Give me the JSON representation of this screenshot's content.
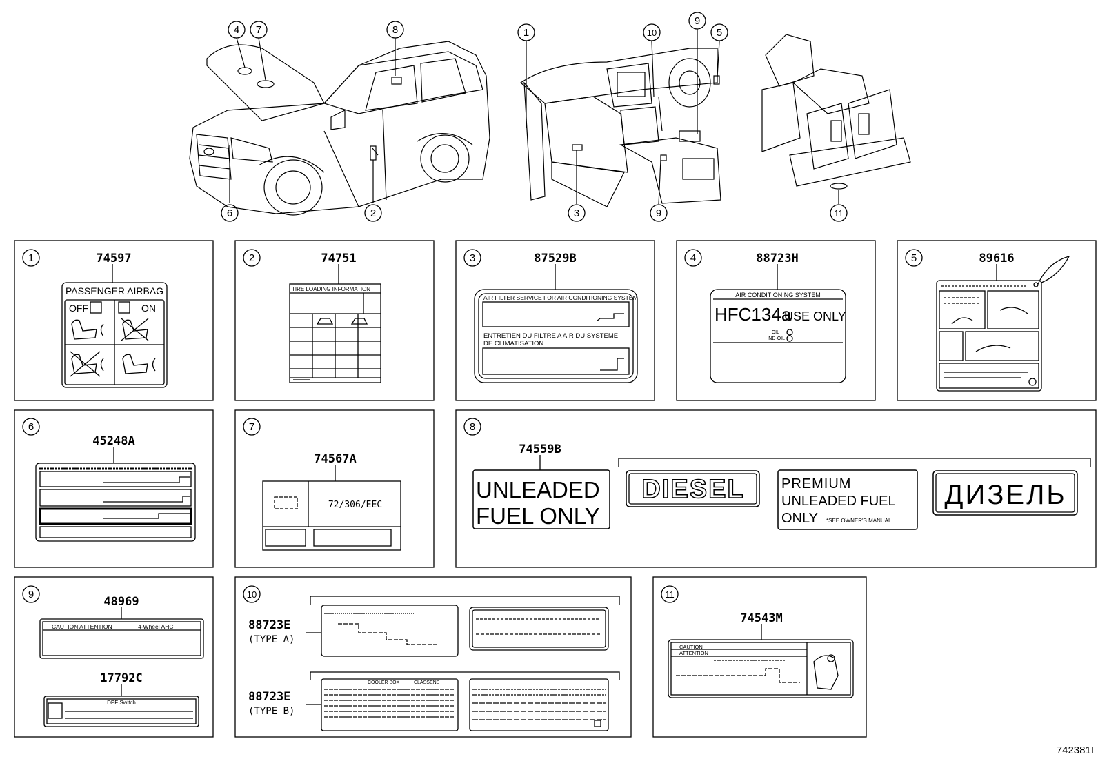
{
  "diagram_id": "742381I",
  "callouts": {
    "c1": "1",
    "c2": "2",
    "c3": "3",
    "c4": "4",
    "c5": "5",
    "c6": "6",
    "c7": "7",
    "c8": "8",
    "c9": "9",
    "c10": "10",
    "c11": "11"
  },
  "panels": {
    "p1": {
      "num": "1",
      "part": "74597",
      "title": "PASSENGER AIRBAG",
      "off": "OFF",
      "on": "ON"
    },
    "p2": {
      "num": "2",
      "part": "74751",
      "title": "TIRE LOADING INFORMATION"
    },
    "p3": {
      "num": "3",
      "part": "87529B",
      "line1": "AIR FILTER SERVICE FOR AIR CONDITIONING SYSTEM",
      "line2": "ENTRETIEN DU FILTRE A AIR DU SYSTEME",
      "line3": "DE CLIMATISATION"
    },
    "p4": {
      "num": "4",
      "part": "88723H",
      "header": "AIR CONDITIONING SYSTEM",
      "main": "HFC134a",
      "use_only": "USE ONLY",
      "oil": "OIL",
      "nd_oil": "ND-OIL"
    },
    "p5": {
      "num": "5",
      "part": "89616"
    },
    "p6": {
      "num": "6",
      "part": "45248A"
    },
    "p7": {
      "num": "7",
      "part": "74567A",
      "code": "72/306/EEC"
    },
    "p8": {
      "num": "8",
      "part": "74559B",
      "unleaded_1": "UNLEADED",
      "unleaded_2": "FUEL ONLY",
      "diesel": "DIESEL",
      "premium_1": "PREMIUM",
      "premium_2": "UNLEADED FUEL",
      "premium_3": "ONLY",
      "premium_note": "*SEE OWNER'S MANUAL",
      "cyrillic": "ДИЗЕЛЬ"
    },
    "p9": {
      "num": "9",
      "part_a": "48969",
      "caution": "CAUTION ATTENTION",
      "wheel": "4-Wheel AHC",
      "part_b": "17792C",
      "dpf": "DPF Switch"
    },
    "p10": {
      "num": "10",
      "part_a": "88723E",
      "type_a": "(TYPE A)",
      "part_b": "88723E",
      "type_b": "(TYPE B)",
      "col1": "COOLER BOX",
      "col2": "CLASSENS"
    },
    "p11": {
      "num": "11",
      "part": "74543M",
      "caution": "CAUTION",
      "attention": "ATTENTION"
    }
  }
}
